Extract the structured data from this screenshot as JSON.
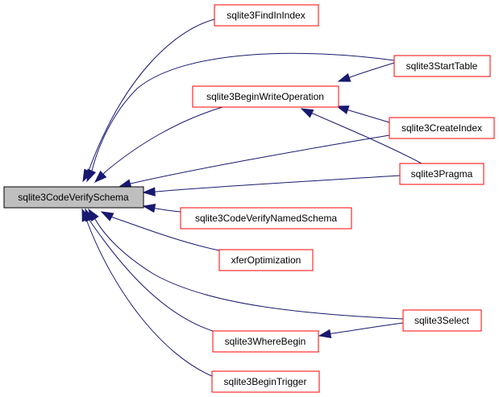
{
  "diagram": {
    "type": "call-graph",
    "colors": {
      "edge": "#191970",
      "node_border": "#ff0000",
      "root_fill": "#bfbfbf",
      "root_border": "#000000"
    },
    "root": {
      "id": "root",
      "label": "sqlite3CodeVerifySchema"
    },
    "nodes": [
      {
        "id": "findInIndex",
        "label": "sqlite3FindInIndex"
      },
      {
        "id": "startTable",
        "label": "sqlite3StartTable"
      },
      {
        "id": "beginWrite",
        "label": "sqlite3BeginWriteOperation"
      },
      {
        "id": "createIndex",
        "label": "sqlite3CreateIndex"
      },
      {
        "id": "pragma",
        "label": "sqlite3Pragma"
      },
      {
        "id": "verifyNamed",
        "label": "sqlite3CodeVerifyNamedSchema"
      },
      {
        "id": "xfer",
        "label": "xferOptimization"
      },
      {
        "id": "select",
        "label": "sqlite3Select"
      },
      {
        "id": "whereBegin",
        "label": "sqlite3WhereBegin"
      },
      {
        "id": "beginTrigger",
        "label": "sqlite3BeginTrigger"
      }
    ],
    "edges": [
      {
        "from": "findInIndex",
        "to": "root"
      },
      {
        "from": "startTable",
        "to": "root"
      },
      {
        "from": "beginWrite",
        "to": "root"
      },
      {
        "from": "createIndex",
        "to": "root"
      },
      {
        "from": "pragma",
        "to": "root"
      },
      {
        "from": "verifyNamed",
        "to": "root"
      },
      {
        "from": "xfer",
        "to": "root"
      },
      {
        "from": "select",
        "to": "root"
      },
      {
        "from": "whereBegin",
        "to": "root"
      },
      {
        "from": "beginTrigger",
        "to": "root"
      },
      {
        "from": "startTable",
        "to": "beginWrite"
      },
      {
        "from": "createIndex",
        "to": "beginWrite"
      },
      {
        "from": "pragma",
        "to": "beginWrite"
      },
      {
        "from": "select",
        "to": "whereBegin"
      }
    ]
  }
}
